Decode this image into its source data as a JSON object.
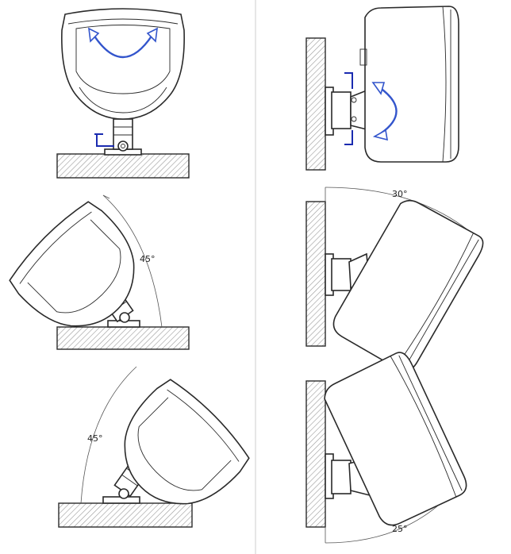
{
  "labels": {
    "tilt_up": "45°",
    "tilt_down": "45°",
    "swivel_up": "30°",
    "swivel_down": "25°"
  },
  "colors": {
    "line": "#2a2a2a",
    "arrow": "#3355cc",
    "bracket": "#1a2bb0",
    "hatch": "#9a9a9a",
    "divider": "#cccccc"
  }
}
